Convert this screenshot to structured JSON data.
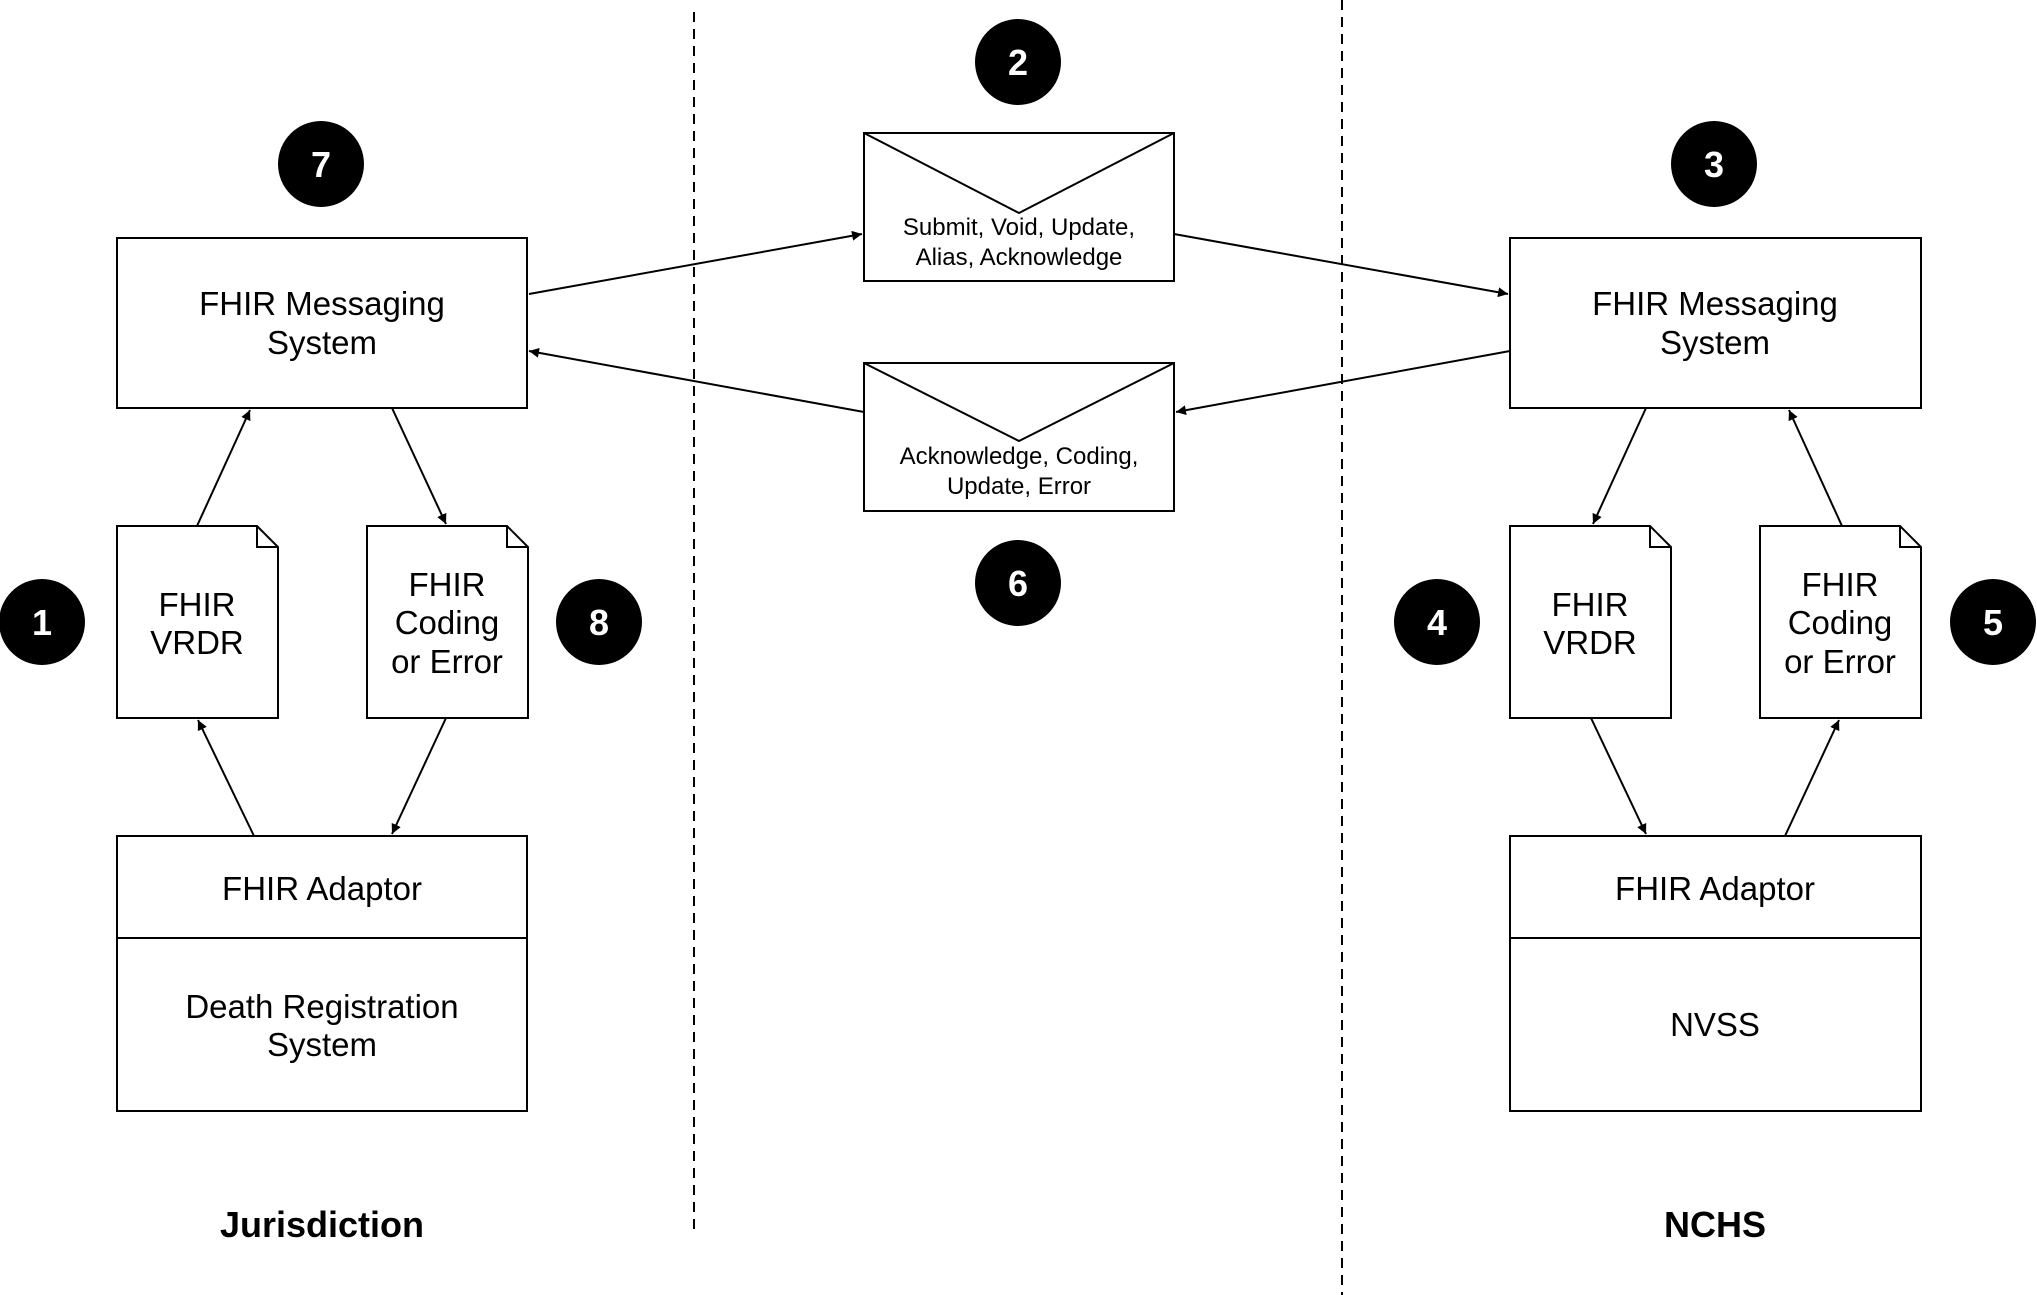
{
  "jurisdiction": {
    "label": "Jurisdiction",
    "messaging_system": [
      "FHIR Messaging",
      "System"
    ],
    "vrdr_doc": [
      "FHIR",
      "VRDR"
    ],
    "coding_doc": [
      "FHIR",
      "Coding",
      "or Error"
    ],
    "adaptor": "FHIR Adaptor",
    "backend": [
      "Death Registration",
      "System"
    ]
  },
  "nchs": {
    "label": "NCHS",
    "messaging_system": [
      "FHIR Messaging",
      "System"
    ],
    "vrdr_doc": [
      "FHIR",
      "VRDR"
    ],
    "coding_doc": [
      "FHIR",
      "Coding",
      "or Error"
    ],
    "adaptor": "FHIR Adaptor",
    "backend": "NVSS"
  },
  "messages": {
    "outgoing": [
      "Submit, Void, Update,",
      "Alias, Acknowledge"
    ],
    "incoming": [
      "Acknowledge, Coding,",
      "Update, Error"
    ]
  },
  "badges": [
    "1",
    "2",
    "3",
    "4",
    "5",
    "6",
    "7",
    "8"
  ]
}
